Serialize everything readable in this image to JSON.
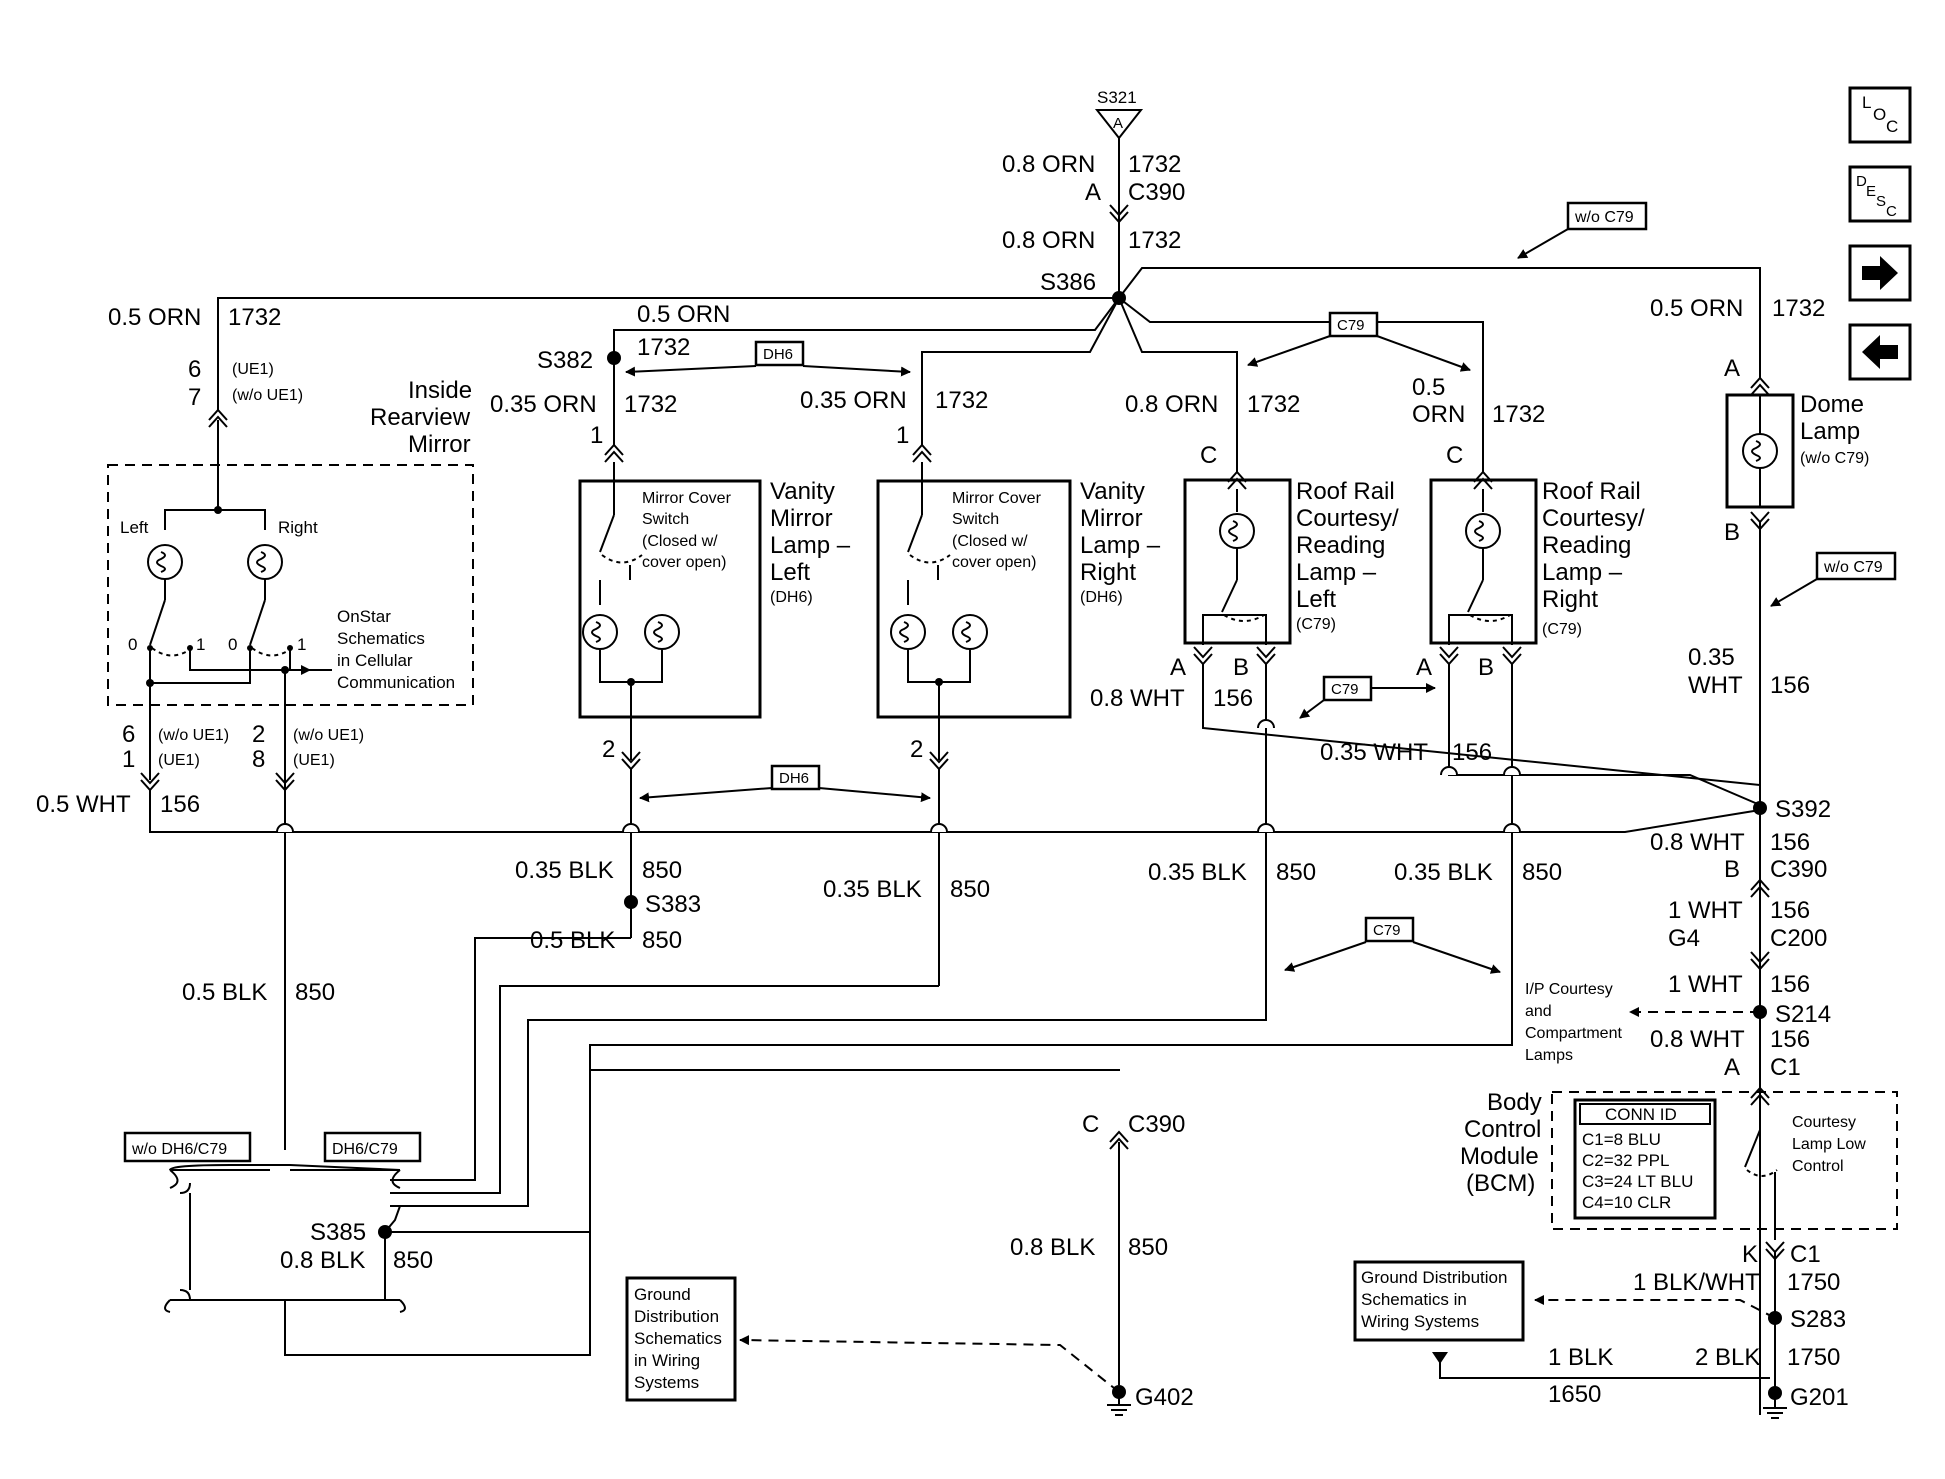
{
  "nav": {
    "loc": [
      "L",
      "O",
      "C"
    ],
    "desc": [
      "D",
      "E",
      "S",
      "C"
    ],
    "next_glyph": "➡",
    "prev_glyph": "⬅"
  },
  "top": {
    "splice_s321": "S321",
    "splice_s321_pin": "A",
    "w1": "0.8 ORN",
    "c1": "1732",
    "pinA": "A",
    "conn": "C390",
    "w2": "0.8 ORN",
    "c2": "1732",
    "s386": "S386",
    "wo_c79_1": "w/o C79"
  },
  "mirror": {
    "wire": "0.5 ORN",
    "circuit": "1732",
    "pin_top1": "6",
    "pin_top2": "7",
    "opt1": "(UE1)",
    "opt2": "(w/o UE1)",
    "title": [
      "Inside",
      "Rearview",
      "Mirror"
    ],
    "left": "Left",
    "right": "Right",
    "s0a": "0",
    "s1a": "1",
    "s0b": "0",
    "s1b": "1",
    "onstar": [
      "OnStar",
      "Schematics",
      "in Cellular",
      "Communication"
    ],
    "pb1a": "6",
    "pb1b": "1",
    "pb1c": "(w/o UE1)",
    "pb1d": "(UE1)",
    "pb2a": "2",
    "pb2b": "8",
    "pb2c": "(w/o UE1)",
    "pb2d": "(UE1)",
    "wht": "0.5 WHT",
    "wht_c": "156",
    "blk": "0.5 BLK",
    "blk_c": "850"
  },
  "vanity": {
    "s382": "S382",
    "orn05": "0.5 ORN",
    "c1732": "1732",
    "dh6": "DH6",
    "l_wire": "0.35 ORN",
    "l_c": "1732",
    "l_pin": "1",
    "r_wire": "0.35 ORN",
    "r_c": "1732",
    "r_pin": "1",
    "sw_label": [
      "Mirror Cover",
      "Switch",
      "(Closed w/",
      "cover open)"
    ],
    "left_title": [
      "Vanity",
      "Mirror",
      "Lamp –",
      "Left"
    ],
    "right_title": [
      "Vanity",
      "Mirror",
      "Lamp –",
      "Right"
    ],
    "opt": "(DH6)",
    "pin2l": "2",
    "pin2r": "2",
    "dh6b": "DH6",
    "blk_l": "0.35 BLK",
    "blk_l_c": "850",
    "s383": "S383",
    "blk05": "0.5 BLK",
    "blk05_c": "850",
    "blk_r": "0.35 BLK",
    "blk_r_c": "850"
  },
  "roof": {
    "c79": "C79",
    "l_wire": "0.8 ORN",
    "l_c": "1732",
    "r_wire1": "0.5",
    "r_wire2": "ORN",
    "r_c": "1732",
    "pinC_l": "C",
    "pinC_r": "C",
    "left_title": [
      "Roof Rail",
      "Courtesy/",
      "Reading",
      "Lamp –",
      "Left"
    ],
    "right_title": [
      "Roof Rail",
      "Courtesy/",
      "Reading",
      "Lamp –",
      "Right"
    ],
    "opt": "(C79)",
    "pinA_l": "A",
    "pinB_l": "B",
    "pinA_r": "A",
    "pinB_r": "B",
    "wht08": "0.8 WHT",
    "wht08_c": "156",
    "c79b": "C79",
    "wht035": "0.35 WHT",
    "wht035_c": "156",
    "blk_l": "0.35 BLK",
    "blk_l_c": "850",
    "blk_r": "0.35 BLK",
    "blk_r_c": "850",
    "c79c": "C79"
  },
  "dome": {
    "wire": "0.5 ORN",
    "c": "1732",
    "pinA": "A",
    "pinB": "B",
    "title": [
      "Dome",
      "Lamp"
    ],
    "opt": "(w/o C79)",
    "wo_c79": "w/o C79",
    "wht035a": "0.35",
    "wht035b": "WHT",
    "wht_c": "156",
    "s392": "S392",
    "w08": "0.8 WHT",
    "w08_c": "156",
    "pinB2": "B",
    "c390": "C390",
    "w1": "1 WHT",
    "w1_c": "156",
    "g4": "G4",
    "c200": "C200",
    "w1b": "1 WHT",
    "w1b_c": "156",
    "s214": "S214",
    "ip": [
      "I/P Courtesy",
      "and",
      "Compartment",
      "Lamps"
    ],
    "w08b": "0.8 WHT",
    "w08b_c": "156",
    "pinA2": "A",
    "c1": "C1"
  },
  "bcm": {
    "title": [
      "Body",
      "Control",
      "Module",
      "(BCM)"
    ],
    "conn_id": "CONN ID",
    "conns": [
      "C1=8 BLU",
      "C2=32 PPL",
      "C3=24 LT BLU",
      "C4=10 CLR"
    ],
    "ctl": [
      "Courtesy",
      "Lamp Low",
      "Control"
    ],
    "pinK": "K",
    "c1": "C1",
    "w1": "1 BLK/WHT",
    "w1_c": "1750",
    "s283": "S283",
    "gd": [
      "Ground Distribution",
      "Schematics in",
      "Wiring Systems"
    ],
    "blk1": "1 BLK",
    "blk1_c": "1650",
    "blk2": "2 BLK",
    "blk2_c": "1750",
    "g201": "G201"
  },
  "ground": {
    "wo": "w/o DH6/C79",
    "with": "DH6/C79",
    "s385": "S385",
    "w": "0.8 BLK",
    "c": "850",
    "pinC": "C",
    "c390": "C390",
    "w2": "0.8 BLK",
    "c2": "850",
    "gd": [
      "Ground",
      "Distribution",
      "Schematics",
      "in Wiring",
      "Systems"
    ],
    "g402": "G402"
  }
}
